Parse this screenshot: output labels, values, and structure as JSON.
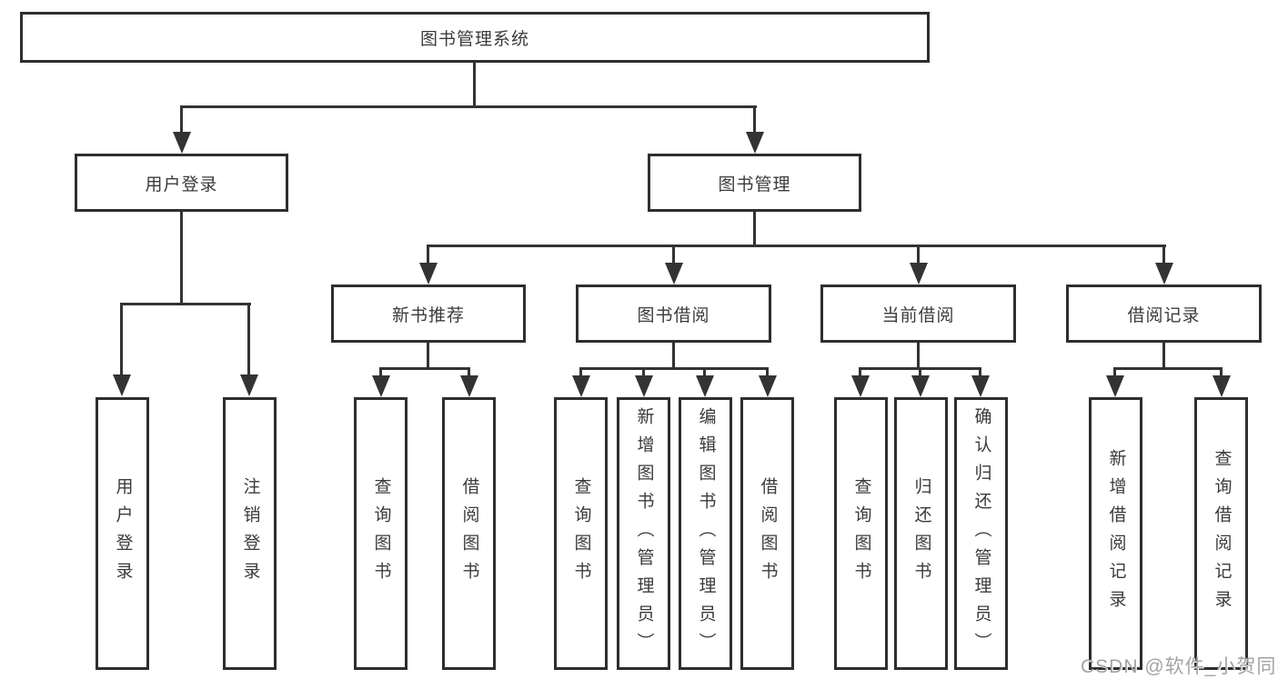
{
  "nodes": {
    "root": "图书管理系统",
    "user_login": "用户登录",
    "book_mgmt": "图书管理",
    "new_book_rec": "新书推荐",
    "book_borrow": "图书借阅",
    "current_borrow": "当前借阅",
    "borrow_record": "借阅记录"
  },
  "leaves": {
    "user_login_1": "用户登录",
    "user_login_2": "注销登录",
    "new_book_1": "查询图书",
    "new_book_2": "借阅图书",
    "borrow_1": "查询图书",
    "borrow_2": "新增图书（管理员）",
    "borrow_3": "编辑图书（管理员）",
    "borrow_4": "借阅图书",
    "current_1": "查询图书",
    "current_2": "归还图书",
    "current_3": "确认归还（管理员）",
    "record_1": "新增借阅记录",
    "record_2": "查询借阅记录"
  },
  "watermark": "CSDN @软件_小贺同学",
  "colors": {
    "line": "#333333",
    "border": "#2e2e2e",
    "text": "#3b3b3b",
    "watermark": "#a3a3a3",
    "background": "#ffffff"
  }
}
